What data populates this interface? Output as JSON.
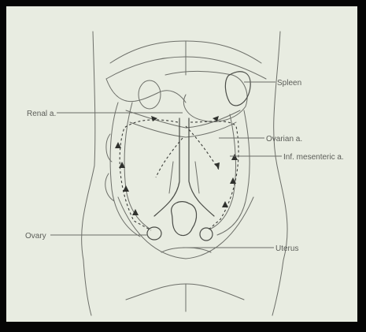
{
  "labels": {
    "spleen": "Spleen",
    "renal": "Renal a.",
    "ovarian": "Ovarian a.",
    "inf_mesenteric": "Inf. mesenteric a.",
    "ovary": "Ovary",
    "uterus": "Uterus"
  },
  "colors": {
    "frame": "#050505",
    "paper": "#e8ece1",
    "ink": "#6d6f69",
    "arrow": "#2f312d"
  }
}
